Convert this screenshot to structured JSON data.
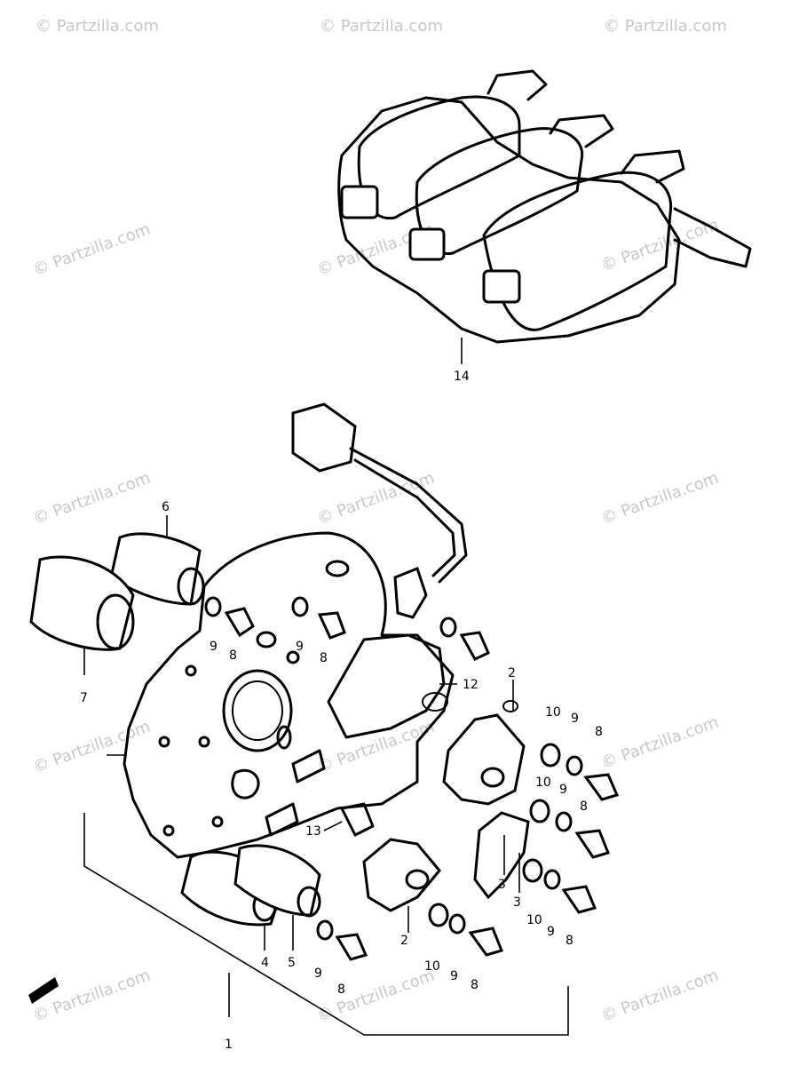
{
  "watermark": "© Partzilla.com",
  "labels": {
    "l1": "1",
    "l2a": "2",
    "l2b": "2",
    "l3a": "3",
    "l3b": "3",
    "l4": "4",
    "l5": "5",
    "l6": "6",
    "l7": "7",
    "l8a": "8",
    "l8b": "8",
    "l8c": "8",
    "l8d": "8",
    "l8e": "8",
    "l8f": "8",
    "l8g": "8",
    "l9a": "9",
    "l9b": "9",
    "l9c": "9",
    "l9d": "9",
    "l9e": "9",
    "l9f": "9",
    "l9g": "9",
    "l10a": "10",
    "l10b": "10",
    "l10c": "10",
    "l10d": "10",
    "l12": "12",
    "l13": "13",
    "l14": "14"
  }
}
